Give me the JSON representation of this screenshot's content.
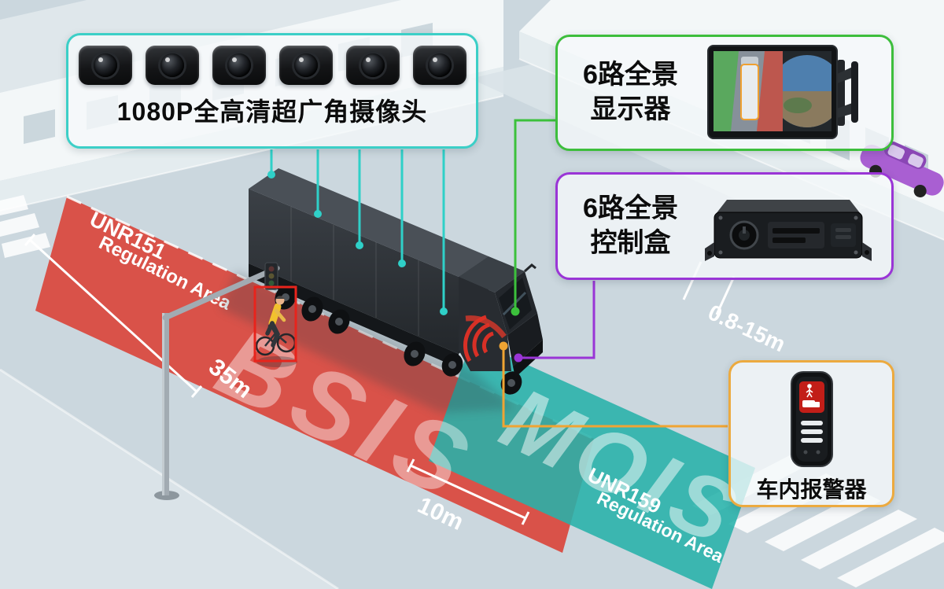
{
  "callouts": {
    "cameras": {
      "label": "1080P全高清超广角摄像头"
    },
    "monitor": {
      "line1": "6路全景",
      "line2": "显示器"
    },
    "controller": {
      "line1": "6路全景",
      "line2": "控制盒"
    },
    "alarm": {
      "label": "车内报警器"
    }
  },
  "zones": {
    "bsis": {
      "name": "BSIS",
      "regulation": "UNR151",
      "area_label": "Regulation Area"
    },
    "mois": {
      "name": "MOIS",
      "regulation": "UNR159",
      "area_label": "Regulation Area"
    }
  },
  "measurements": {
    "bsis_length": "35m",
    "mois_length": "10m",
    "camera_range": "0.8-15m"
  },
  "colors": {
    "camera_accent": "#3ccfc7",
    "monitor_accent": "#3dbe3c",
    "controller_accent": "#9a35d6",
    "alarm_accent": "#ecaa3f",
    "bsis_red": "#dc3428",
    "mois_teal": "#27b2aa"
  }
}
